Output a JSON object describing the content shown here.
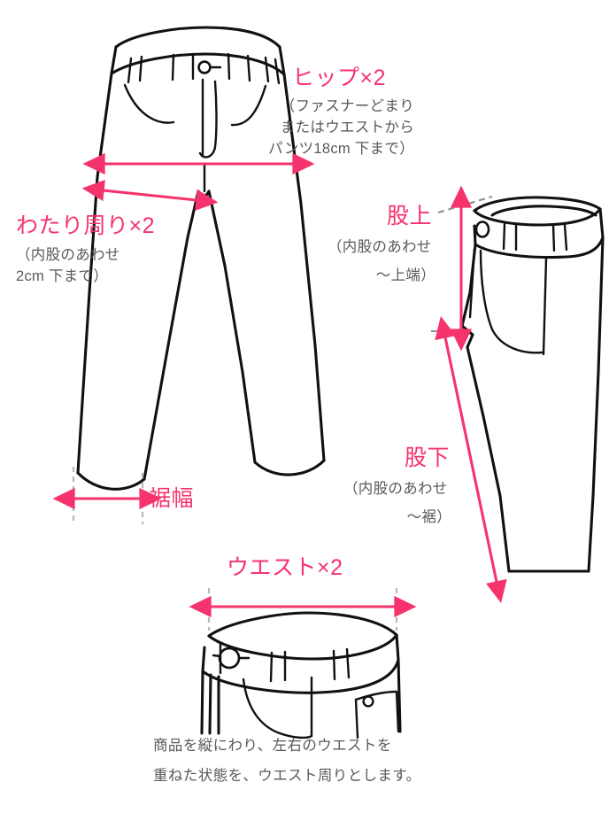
{
  "diagram": {
    "title_semantic": "pants-measurement-guide",
    "colors": {
      "accent_pink": "#f5336c",
      "line_black": "#111111",
      "guide_gray": "#b7b7b7",
      "text_gray": "#5a5a5a",
      "background": "#ffffff"
    }
  },
  "labels": {
    "hip": {
      "title": "ヒップ×2",
      "note_lines": [
        "（ファスナーどまり",
        "またはウエストから",
        "パンツ18cm 下まで）"
      ]
    },
    "thigh": {
      "title": "わたり周り×2",
      "note_lines": [
        "（内股のあわせ",
        "2cm 下まで）"
      ]
    },
    "rise": {
      "title": "股上",
      "note_lines": [
        "（内股のあわせ",
        "～上端）"
      ]
    },
    "inseam": {
      "title": "股下",
      "note_lines": [
        "（内股のあわせ",
        "～裾）"
      ]
    },
    "hem_width": {
      "title": "裾幅",
      "note_lines": []
    },
    "waist": {
      "title": "ウエスト×2",
      "note_lines": []
    }
  },
  "caption": {
    "lines": [
      "商品を縦にわり、左右のウエストを",
      "重ねた状態を、ウエスト周りとします。"
    ]
  }
}
